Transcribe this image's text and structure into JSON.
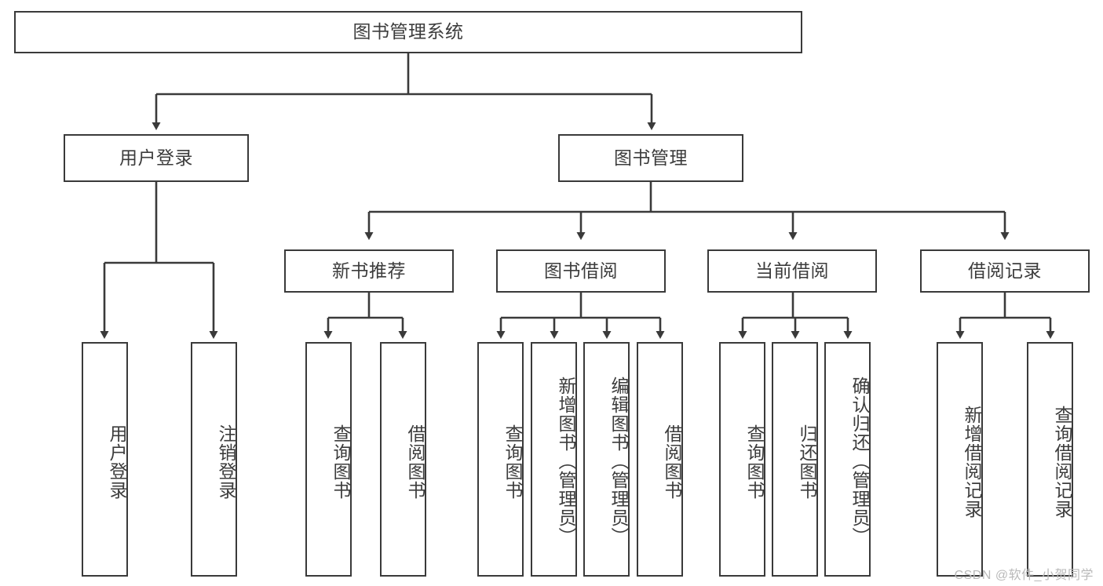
{
  "diagram": {
    "title": "图书管理系统",
    "type": "tree",
    "watermark": "CSDN @软件_小贺同学",
    "colors": {
      "stroke": "#3a3a3a",
      "text": "#3c3c3c",
      "background": "#ffffff",
      "watermark": "#b9b9b9"
    },
    "root": {
      "label": "图书管理系统"
    },
    "level2": [
      {
        "label": "用户登录"
      },
      {
        "label": "图书管理"
      }
    ],
    "level3": [
      {
        "label": "新书推荐"
      },
      {
        "label": "图书借阅"
      },
      {
        "label": "当前借阅"
      },
      {
        "label": "借阅记录"
      }
    ],
    "leaves": {
      "user_login": [
        {
          "label": "用户登录"
        },
        {
          "label": "注销登录"
        }
      ],
      "new_book_recommend": [
        {
          "label": "查询图书"
        },
        {
          "label": "借阅图书"
        }
      ],
      "book_borrow": [
        {
          "label": "查询图书"
        },
        {
          "label": "新增图书（管理员）"
        },
        {
          "label": "编辑图书（管理员）"
        },
        {
          "label": "借阅图书"
        }
      ],
      "current_borrow": [
        {
          "label": "查询图书"
        },
        {
          "label": "归还图书"
        },
        {
          "label": "确认归还（管理员）"
        }
      ],
      "borrow_record": [
        {
          "label": "新增借阅记录"
        },
        {
          "label": "查询借阅记录"
        }
      ]
    }
  }
}
